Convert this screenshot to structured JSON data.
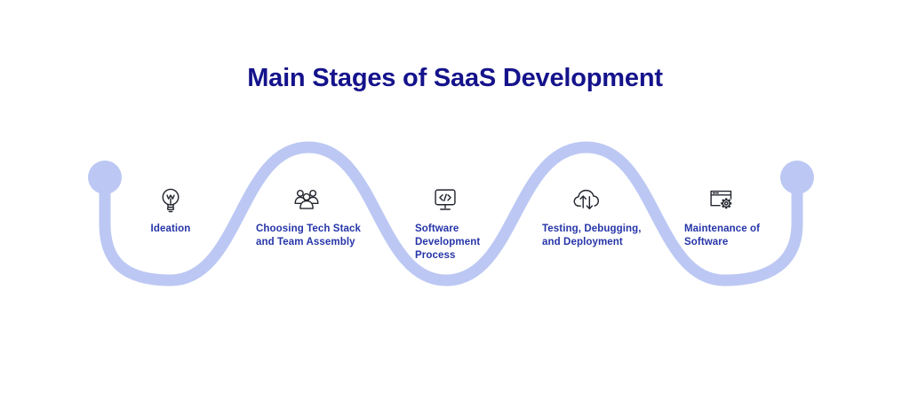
{
  "title": "Main Stages of SaaS Development",
  "colors": {
    "background": "#ffffff",
    "title_text": "#15138B",
    "label_text": "#2635A8",
    "wave_path": "#BCC8F3",
    "icon_stroke": "#23262F"
  },
  "wave": {
    "description": "light blue serpentine timeline with round end dots on both sides"
  },
  "stages": [
    {
      "icon": "lightbulb-icon",
      "lines": [
        "Ideation",
        "",
        ""
      ]
    },
    {
      "icon": "team-icon",
      "lines": [
        "Choosing Tech Stack",
        "and Team Assembly",
        ""
      ]
    },
    {
      "icon": "code-monitor-icon",
      "lines": [
        "Software",
        "Development",
        "Process"
      ]
    },
    {
      "icon": "cloud-upload-download-icon",
      "lines": [
        "Testing, Debugging,",
        "and Deployment",
        ""
      ]
    },
    {
      "icon": "browser-gear-icon",
      "lines": [
        "Maintenance of",
        "Software",
        ""
      ]
    }
  ]
}
